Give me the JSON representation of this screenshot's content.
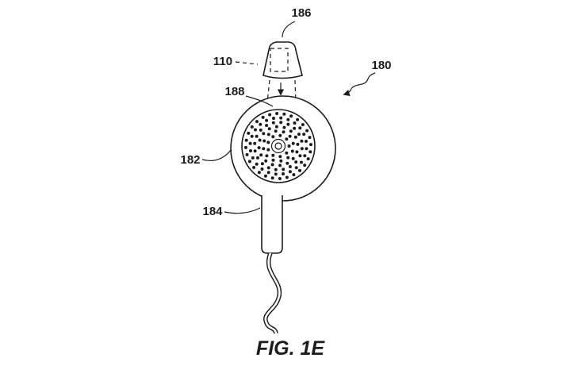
{
  "figure": {
    "caption": "FIG. 1E",
    "labels": {
      "ref_186": "186",
      "ref_110": "110",
      "ref_180": "180",
      "ref_188": "188",
      "ref_182": "182",
      "ref_184": "184"
    }
  }
}
